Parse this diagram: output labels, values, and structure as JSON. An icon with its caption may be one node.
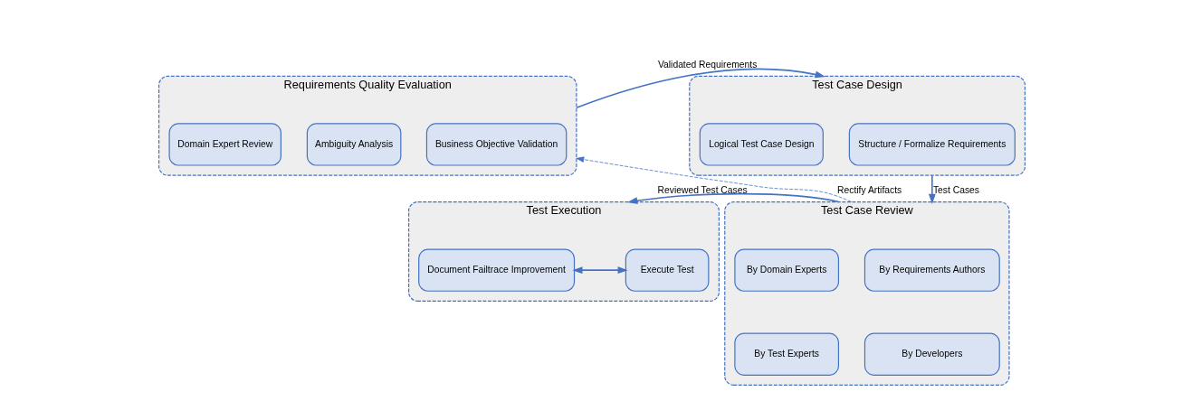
{
  "diagram": {
    "nodes": [
      {
        "text": [
          "Requirements Quality Evaluation"
        ]
      },
      {
        "text": [
          "Business Objective Validation"
        ],
        "in": 0
      },
      {
        "text": [
          "Ambiguity Analysis"
        ],
        "in": 0
      },
      {
        "text": [
          "Domain Expert Review"
        ],
        "in": 0
      },
      {
        "text": [
          "Test Case Design"
        ]
      },
      {
        "text": [
          "Structure / Formalize Requirements"
        ],
        "in": 4
      },
      {
        "text": [
          "Logical Test Case Design"
        ],
        "in": 4
      },
      {
        "text": [
          "Test Execution"
        ]
      },
      {
        "text": [
          "Document Failtrace Improvement"
        ],
        "in": 7
      },
      {
        "text": [
          "Execute Test"
        ],
        "in": 7
      },
      {
        "text": [
          "Test Case Review"
        ]
      },
      {
        "text": [
          "By Requirements Authors"
        ],
        "in": 10
      },
      {
        "text": [
          "By Domain Experts"
        ],
        "in": 10
      },
      {
        "text": [
          "By Developers"
        ],
        "in": 10
      },
      {
        "text": [
          "By Test Experts"
        ],
        "in": 10
      }
    ],
    "edges": [
      {
        "from": 0,
        "to": 4,
        "arrow": "to",
        "label": "Validated Requirements"
      },
      {
        "from": 4,
        "to": 10,
        "arrow": "to",
        "label": "Test Cases"
      },
      {
        "from": 10,
        "to": 0,
        "arrow": "to",
        "label": "Rectify Artifacts",
        "style": "dashed"
      },
      {
        "from": 10,
        "to": 7,
        "arrow": "to",
        "label": "Reviewed Test Cases"
      },
      {
        "from": 8,
        "to": 9,
        "arrow": "both"
      }
    ]
  }
}
